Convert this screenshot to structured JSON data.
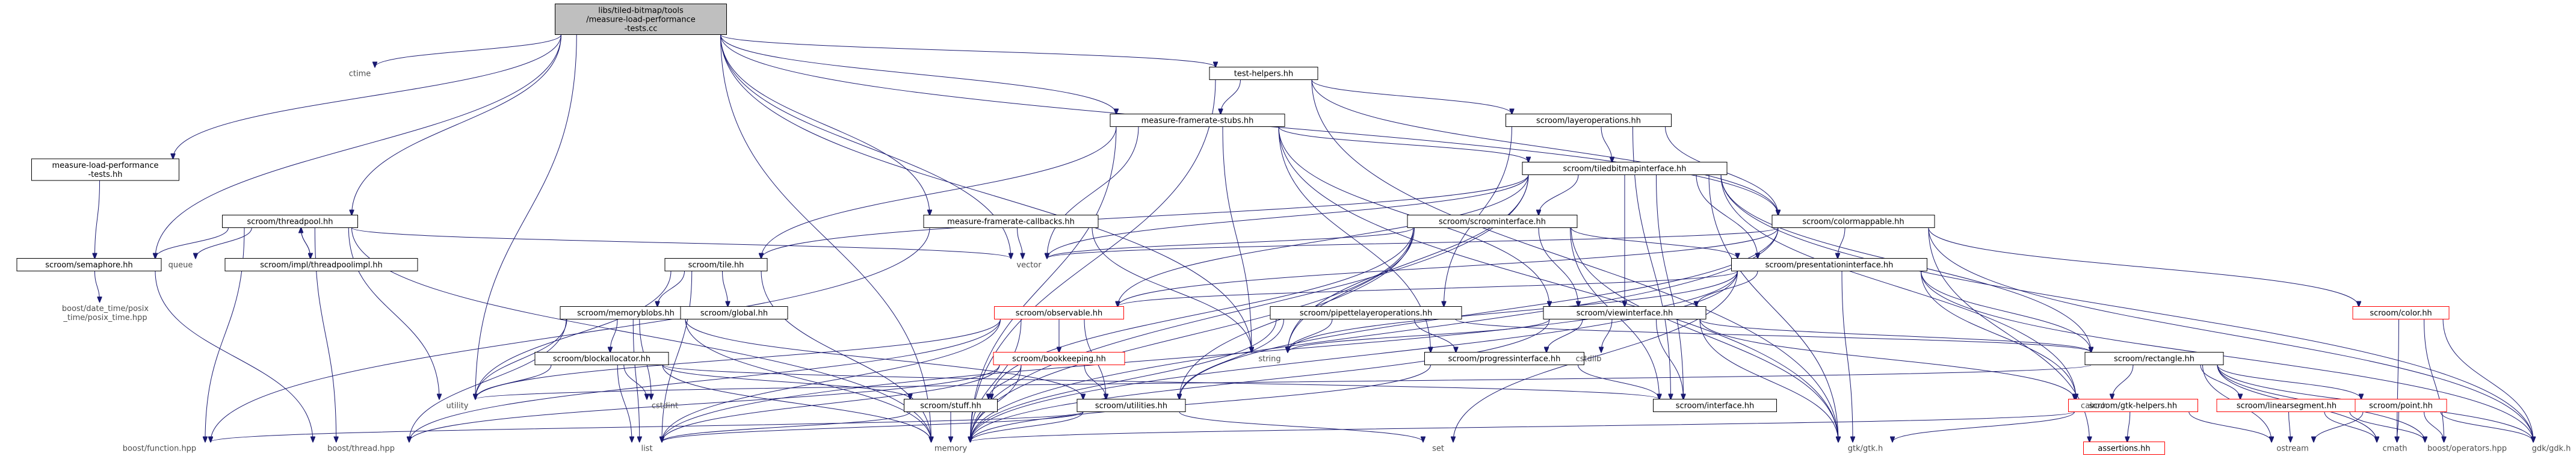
{
  "colors": {
    "edge": "#191970",
    "node_border": "#000000",
    "highlight_border": "#ff0000",
    "root_fill": "#bfbfbf",
    "external_text": "#4d4d4d"
  },
  "nodes": [
    {
      "id": "root",
      "lines": [
        "libs/tiled-bitmap/tools",
        "/measure-load-performance",
        "-tests.cc"
      ],
      "style": "root"
    },
    {
      "id": "ctime",
      "lines": [
        "ctime"
      ],
      "style": "none"
    },
    {
      "id": "testhelpers",
      "lines": [
        "test-helpers.hh"
      ],
      "style": "plain"
    },
    {
      "id": "mlpt",
      "lines": [
        "measure-load-performance",
        "-tests.hh"
      ],
      "style": "plain"
    },
    {
      "id": "mfs",
      "lines": [
        "measure-framerate-stubs.hh"
      ],
      "style": "plain"
    },
    {
      "id": "layerops",
      "lines": [
        "scroom/layeroperations.hh"
      ],
      "style": "plain"
    },
    {
      "id": "tbi",
      "lines": [
        "scroom/tiledbitmapinterface.hh"
      ],
      "style": "plain"
    },
    {
      "id": "threadpool",
      "lines": [
        "scroom/threadpool.hh"
      ],
      "style": "plain"
    },
    {
      "id": "mfc",
      "lines": [
        "measure-framerate-callbacks.hh"
      ],
      "style": "plain"
    },
    {
      "id": "scrollinterface",
      "lines": [
        "scroom/scroominterface.hh"
      ],
      "style": "plain"
    },
    {
      "id": "colormappable",
      "lines": [
        "scroom/colormappable.hh"
      ],
      "style": "plain"
    },
    {
      "id": "semaphore",
      "lines": [
        "scroom/semaphore.hh"
      ],
      "style": "plain"
    },
    {
      "id": "queue",
      "lines": [
        "queue"
      ],
      "style": "none"
    },
    {
      "id": "tpimpl",
      "lines": [
        "scroom/impl/threadpoolimpl.hh"
      ],
      "style": "plain"
    },
    {
      "id": "vector",
      "lines": [
        "vector"
      ],
      "style": "none"
    },
    {
      "id": "tile",
      "lines": [
        "scroom/tile.hh"
      ],
      "style": "plain"
    },
    {
      "id": "presentation",
      "lines": [
        "scroom/presentationinterface.hh"
      ],
      "style": "plain"
    },
    {
      "id": "posix",
      "lines": [
        "boost/date_time/posix",
        "_time/posix_time.hpp"
      ],
      "style": "none"
    },
    {
      "id": "memoryblobs",
      "lines": [
        "scroom/memoryblobs.hh"
      ],
      "style": "plain"
    },
    {
      "id": "global",
      "lines": [
        "scroom/global.hh"
      ],
      "style": "plain"
    },
    {
      "id": "observable",
      "lines": [
        "scroom/observable.hh"
      ],
      "style": "red"
    },
    {
      "id": "pipette",
      "lines": [
        "scroom/pipettelayeroperations.hh"
      ],
      "style": "plain"
    },
    {
      "id": "viewinterface",
      "lines": [
        "scroom/viewinterface.hh"
      ],
      "style": "plain"
    },
    {
      "id": "color",
      "lines": [
        "scroom/color.hh"
      ],
      "style": "red"
    },
    {
      "id": "bookkeeping",
      "lines": [
        "scroom/bookkeeping.hh"
      ],
      "style": "red"
    },
    {
      "id": "blockalloc",
      "lines": [
        "scroom/blockallocator.hh"
      ],
      "style": "plain"
    },
    {
      "id": "string",
      "lines": [
        "string"
      ],
      "style": "none"
    },
    {
      "id": "progress",
      "lines": [
        "scroom/progressinterface.hh"
      ],
      "style": "plain"
    },
    {
      "id": "cstdlib",
      "lines": [
        "cstdlib"
      ],
      "style": "none"
    },
    {
      "id": "rectangle",
      "lines": [
        "scroom/rectangle.hh"
      ],
      "style": "plain"
    },
    {
      "id": "utility",
      "lines": [
        "utility"
      ],
      "style": "none"
    },
    {
      "id": "cstdint",
      "lines": [
        "cstdint"
      ],
      "style": "none"
    },
    {
      "id": "stuff",
      "lines": [
        "scroom/stuff.hh"
      ],
      "style": "plain"
    },
    {
      "id": "utilities",
      "lines": [
        "scroom/utilities.hh"
      ],
      "style": "plain"
    },
    {
      "id": "interface",
      "lines": [
        "scroom/interface.hh"
      ],
      "style": "plain"
    },
    {
      "id": "gtkhelpers",
      "lines": [
        "scroom/gtk-helpers.hh"
      ],
      "style": "red"
    },
    {
      "id": "linearseg",
      "lines": [
        "scroom/linearsegment.hh"
      ],
      "style": "red"
    },
    {
      "id": "point",
      "lines": [
        "scroom/point.hh"
      ],
      "style": "red"
    },
    {
      "id": "cairo",
      "lines": [
        "cairo.h"
      ],
      "style": "none"
    },
    {
      "id": "boostfunction",
      "lines": [
        "boost/function.hpp"
      ],
      "style": "none"
    },
    {
      "id": "boostthread",
      "lines": [
        "boost/thread.hpp"
      ],
      "style": "none"
    },
    {
      "id": "list",
      "lines": [
        "list"
      ],
      "style": "none"
    },
    {
      "id": "memory",
      "lines": [
        "memory"
      ],
      "style": "none"
    },
    {
      "id": "set",
      "lines": [
        "set"
      ],
      "style": "none"
    },
    {
      "id": "gtk",
      "lines": [
        "gtk/gtk.h"
      ],
      "style": "none"
    },
    {
      "id": "assertions",
      "lines": [
        "assertions.hh"
      ],
      "style": "red"
    },
    {
      "id": "ostream",
      "lines": [
        "ostream"
      ],
      "style": "none"
    },
    {
      "id": "cmath",
      "lines": [
        "cmath"
      ],
      "style": "none"
    },
    {
      "id": "boostops",
      "lines": [
        "boost/operators.hpp"
      ],
      "style": "none"
    },
    {
      "id": "gdk",
      "lines": [
        "gdk/gdk.h"
      ],
      "style": "none"
    }
  ],
  "edges": [
    [
      "root",
      "ctime"
    ],
    [
      "root",
      "testhelpers"
    ],
    [
      "root",
      "mlpt"
    ],
    [
      "root",
      "mfs"
    ],
    [
      "root",
      "threadpool"
    ],
    [
      "root",
      "semaphore"
    ],
    [
      "root",
      "mfc"
    ],
    [
      "root",
      "utility"
    ],
    [
      "root",
      "memory"
    ],
    [
      "root",
      "string"
    ],
    [
      "root",
      "colormappable"
    ],
    [
      "root",
      "vector"
    ],
    [
      "mlpt",
      "semaphore"
    ],
    [
      "testhelpers",
      "mfs"
    ],
    [
      "testhelpers",
      "layerops"
    ],
    [
      "testhelpers",
      "colormappable"
    ],
    [
      "testhelpers",
      "memory"
    ],
    [
      "testhelpers",
      "gtk"
    ],
    [
      "mfs",
      "tbi"
    ],
    [
      "mfs",
      "tile"
    ],
    [
      "mfs",
      "vector"
    ],
    [
      "mfs",
      "string"
    ],
    [
      "mfs",
      "viewinterface"
    ],
    [
      "mfs",
      "progress"
    ],
    [
      "mfs",
      "memory"
    ],
    [
      "mfs",
      "gtk"
    ],
    [
      "layerops",
      "tbi"
    ],
    [
      "layerops",
      "pipette"
    ],
    [
      "layerops",
      "interface"
    ],
    [
      "layerops",
      "colormappable"
    ],
    [
      "tbi",
      "scrollinterface"
    ],
    [
      "tbi",
      "presentation"
    ],
    [
      "tbi",
      "viewinterface"
    ],
    [
      "tbi",
      "rectangle"
    ],
    [
      "tbi",
      "tile"
    ],
    [
      "tbi",
      "vector"
    ],
    [
      "tbi",
      "string"
    ],
    [
      "tbi",
      "interface"
    ],
    [
      "tbi",
      "gtk"
    ],
    [
      "tbi",
      "gdk"
    ],
    [
      "tbi",
      "cairo"
    ],
    [
      "tbi",
      "memory"
    ],
    [
      "tbi",
      "observable"
    ],
    [
      "threadpool",
      "semaphore"
    ],
    [
      "threadpool",
      "queue"
    ],
    [
      "threadpool",
      "tpimpl"
    ],
    [
      "threadpool",
      "vector"
    ],
    [
      "threadpool",
      "boostfunction"
    ],
    [
      "threadpool",
      "boostthread"
    ],
    [
      "threadpool",
      "memory"
    ],
    [
      "threadpool",
      "utility"
    ],
    [
      "tpimpl",
      "threadpool"
    ],
    [
      "mfc",
      "vector"
    ],
    [
      "mfc",
      "string"
    ],
    [
      "mfc",
      "boostfunction"
    ],
    [
      "scrollinterface",
      "presentation"
    ],
    [
      "scrollinterface",
      "viewinterface"
    ],
    [
      "scrollinterface",
      "vector"
    ],
    [
      "scrollinterface",
      "string"
    ],
    [
      "scrollinterface",
      "utilities"
    ],
    [
      "scrollinterface",
      "interface"
    ],
    [
      "scrollinterface",
      "gtk"
    ],
    [
      "scrollinterface",
      "stuff"
    ],
    [
      "scrollinterface",
      "memory"
    ],
    [
      "colormappable",
      "presentation"
    ],
    [
      "colormappable",
      "color"
    ],
    [
      "colormappable",
      "vector"
    ],
    [
      "colormappable",
      "memory"
    ],
    [
      "colormappable",
      "observable"
    ],
    [
      "colormappable",
      "utilities"
    ],
    [
      "colormappable",
      "assertions"
    ],
    [
      "colormappable",
      "gdk"
    ],
    [
      "semaphore",
      "boostthread"
    ],
    [
      "semaphore",
      "posix"
    ],
    [
      "tile",
      "memoryblobs"
    ],
    [
      "tile",
      "global"
    ],
    [
      "tile",
      "memory"
    ],
    [
      "tile",
      "utility"
    ],
    [
      "tile",
      "list"
    ],
    [
      "presentation",
      "viewinterface"
    ],
    [
      "presentation",
      "observable"
    ],
    [
      "presentation",
      "rectangle"
    ],
    [
      "presentation",
      "cairo"
    ],
    [
      "presentation",
      "set"
    ],
    [
      "presentation",
      "memory"
    ],
    [
      "presentation",
      "gtk"
    ],
    [
      "presentation",
      "string"
    ],
    [
      "presentation",
      "gdk"
    ],
    [
      "presentation",
      "list"
    ],
    [
      "memoryblobs",
      "blockalloc"
    ],
    [
      "memoryblobs",
      "utilities"
    ],
    [
      "memoryblobs",
      "memory"
    ],
    [
      "memoryblobs",
      "list"
    ],
    [
      "memoryblobs",
      "boostthread"
    ],
    [
      "memoryblobs",
      "utility"
    ],
    [
      "memoryblobs",
      "cstdint"
    ],
    [
      "observable",
      "bookkeeping"
    ],
    [
      "observable",
      "utilities"
    ],
    [
      "observable",
      "memory"
    ],
    [
      "observable",
      "list"
    ],
    [
      "observable",
      "boostthread"
    ],
    [
      "observable",
      "utility"
    ],
    [
      "pipette",
      "progress"
    ],
    [
      "pipette",
      "rectangle"
    ],
    [
      "pipette",
      "string"
    ],
    [
      "pipette",
      "memory"
    ],
    [
      "pipette",
      "utilities"
    ],
    [
      "viewinterface",
      "progress"
    ],
    [
      "viewinterface",
      "rectangle"
    ],
    [
      "viewinterface",
      "interface"
    ],
    [
      "viewinterface",
      "gtkhelpers"
    ],
    [
      "viewinterface",
      "cstdlib"
    ],
    [
      "viewinterface",
      "gtk"
    ],
    [
      "viewinterface",
      "memory"
    ],
    [
      "viewinterface",
      "string"
    ],
    [
      "color",
      "cmath"
    ],
    [
      "color",
      "boostops"
    ],
    [
      "color",
      "gdk"
    ],
    [
      "bookkeeping",
      "stuff"
    ],
    [
      "bookkeeping",
      "utilities"
    ],
    [
      "bookkeeping",
      "memory"
    ],
    [
      "bookkeeping",
      "boostthread"
    ],
    [
      "bookkeeping",
      "list"
    ],
    [
      "blockalloc",
      "stuff"
    ],
    [
      "blockalloc",
      "list"
    ],
    [
      "blockalloc",
      "memory"
    ],
    [
      "blockalloc",
      "cstdint"
    ],
    [
      "blockalloc",
      "utility"
    ],
    [
      "blockalloc",
      "interface"
    ],
    [
      "progress",
      "memory"
    ],
    [
      "progress",
      "interface"
    ],
    [
      "rectangle",
      "linearseg"
    ],
    [
      "rectangle",
      "point"
    ],
    [
      "rectangle",
      "cairo"
    ],
    [
      "rectangle",
      "gdk"
    ],
    [
      "rectangle",
      "ostream"
    ],
    [
      "rectangle",
      "cmath"
    ],
    [
      "rectangle",
      "utility"
    ],
    [
      "rectangle",
      "boostops"
    ],
    [
      "stuff",
      "memory"
    ],
    [
      "stuff",
      "list"
    ],
    [
      "utilities",
      "boostfunction"
    ],
    [
      "utilities",
      "memory"
    ],
    [
      "utilities",
      "set"
    ],
    [
      "utilities",
      "list"
    ],
    [
      "gtkhelpers",
      "assertions"
    ],
    [
      "gtkhelpers",
      "gtk"
    ],
    [
      "gtkhelpers",
      "ostream"
    ],
    [
      "gtkhelpers",
      "memory"
    ],
    [
      "linearseg",
      "ostream"
    ],
    [
      "linearseg",
      "cmath"
    ],
    [
      "linearseg",
      "boostops"
    ],
    [
      "point",
      "cmath"
    ],
    [
      "point",
      "ostream"
    ],
    [
      "point",
      "boostops"
    ],
    [
      "point",
      "gdk"
    ]
  ]
}
